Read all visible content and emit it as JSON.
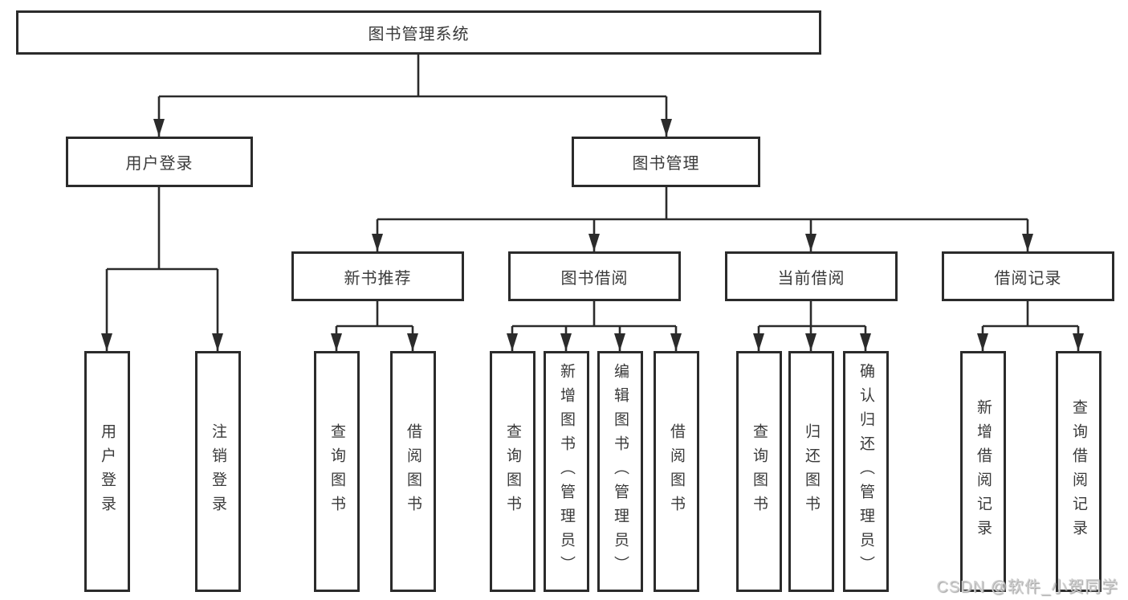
{
  "colors": {
    "background": "#ffffff",
    "line": "#2b2b2b",
    "box_border": "#2b2b2b",
    "text": "#3a3a3a",
    "watermark_text": "#cfcfcf"
  },
  "watermark": "CSDN @软件_小贺同学",
  "tree": {
    "root": {
      "label": "图书管理系统",
      "children": [
        {
          "label": "用户登录",
          "children": [
            {
              "label": "用户登录"
            },
            {
              "label": "注销登录"
            }
          ]
        },
        {
          "label": "图书管理",
          "children": [
            {
              "label": "新书推荐",
              "children": [
                {
                  "label": "查询图书"
                },
                {
                  "label": "借阅图书"
                }
              ]
            },
            {
              "label": "图书借阅",
              "children": [
                {
                  "label": "查询图书"
                },
                {
                  "label": "新增图书（管理员）"
                },
                {
                  "label": "编辑图书（管理员）"
                },
                {
                  "label": "借阅图书"
                }
              ]
            },
            {
              "label": "当前借阅",
              "children": [
                {
                  "label": "查询图书"
                },
                {
                  "label": "归还图书"
                },
                {
                  "label": "确认归还（管理员）"
                }
              ]
            },
            {
              "label": "借阅记录",
              "children": [
                {
                  "label": "新增借阅记录"
                },
                {
                  "label": "查询借阅记录"
                }
              ]
            }
          ]
        }
      ]
    }
  }
}
